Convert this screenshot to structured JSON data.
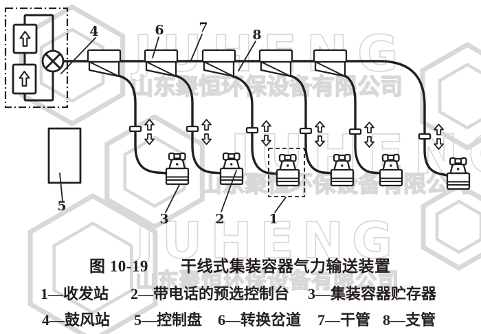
{
  "figure": {
    "caption_prefix": "图 10-19",
    "caption_title": "干线式集装容器气力输送装置"
  },
  "callouts": {
    "send_receive_station": "1",
    "preselect_console": "2",
    "container_storage": "3",
    "blower_station": "4",
    "control_panel": "5",
    "diverter_switch": "6",
    "main_pipe": "7",
    "branch_pipe": "8"
  },
  "legend": {
    "row1": [
      {
        "item": "1—收发站"
      },
      {
        "item": "2—带电话的预选控制台"
      },
      {
        "item": "3—集装容器贮存器"
      }
    ],
    "row2": [
      {
        "item": "4—鼓风站"
      },
      {
        "item": "5—控制盘"
      },
      {
        "item": "6—转换岔道"
      },
      {
        "item": "7—干管"
      },
      {
        "item": "8—支管"
      }
    ]
  },
  "watermark": {
    "brand": "JUHENG",
    "company": "山东聚恒环保设备有限公司"
  },
  "icons": {
    "blower_fan": "circle-with-x",
    "flow_direction": "hollow up/down block arrows",
    "suction": "hollow up block arrow",
    "telephone": "desk telephone with handset"
  },
  "colors": {
    "ink": "#241f1e",
    "watermark": "#d8d8d8",
    "background": "#ffffff",
    "paper_fill": "#ffffff"
  }
}
